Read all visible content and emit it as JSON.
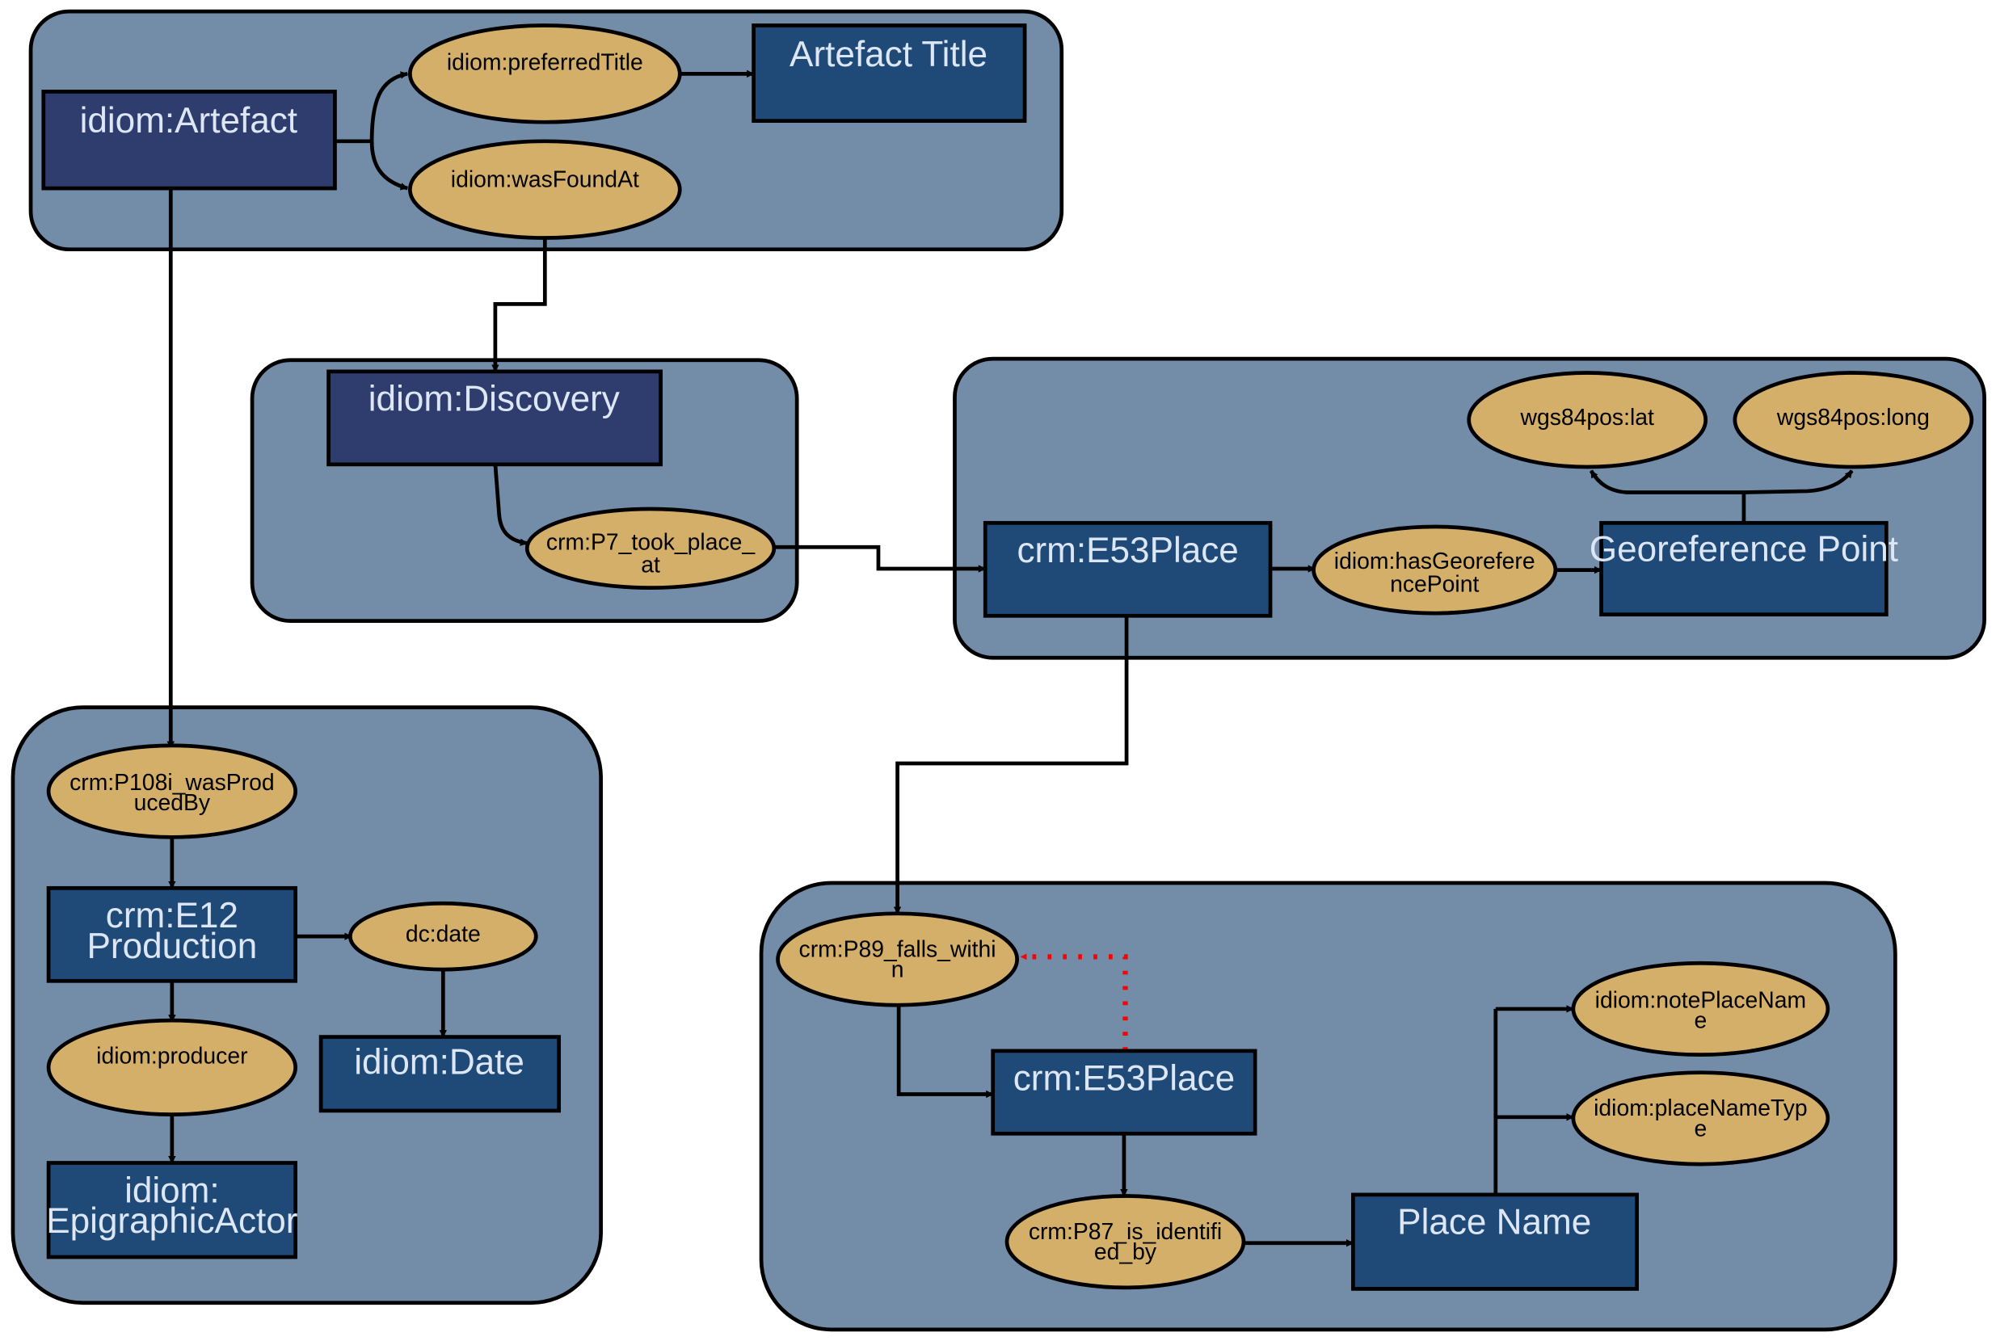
{
  "colors": {
    "group_fill": "#738ca8",
    "entity_dark": "#2e3d6e",
    "entity_mid": "#1f4a78",
    "property_fill": "#d3af69",
    "dotted_edge": "#ff0000"
  },
  "entities": {
    "artefact": "idiom:Artefact",
    "artefact_title": "Artefact Title",
    "discovery": "idiom:Discovery",
    "place_top": "crm:E53Place",
    "georeference_point": "Georeference Point",
    "production": [
      "crm:E12",
      "Production"
    ],
    "date": "idiom:Date",
    "epigraphic_actor": [
      "idiom:",
      "EpigraphicActor"
    ],
    "place_bottom": "crm:E53Place",
    "place_name": "Place Name"
  },
  "properties": {
    "preferred_title": "idiom:preferredTitle",
    "was_found_at": "idiom:wasFoundAt",
    "took_place_at": [
      "crm:P7_took_place_",
      "at"
    ],
    "has_georeference_point": [
      "idiom:hasGeorefere",
      "ncePoint"
    ],
    "lat": "wgs84pos:lat",
    "long": "wgs84pos:long",
    "was_produced_by": [
      "crm:P108i_wasProd",
      "ucedBy"
    ],
    "dc_date": "dc:date",
    "producer": "idiom:producer",
    "falls_within": [
      "crm:P89_falls_withi",
      "n"
    ],
    "is_identified_by": [
      "crm:P87_is_identifi",
      "ed_by"
    ],
    "note_place_name": [
      "idiom:notePlaceNam",
      "e"
    ],
    "place_name_type": [
      "idiom:placeNameTyp",
      "e"
    ]
  }
}
